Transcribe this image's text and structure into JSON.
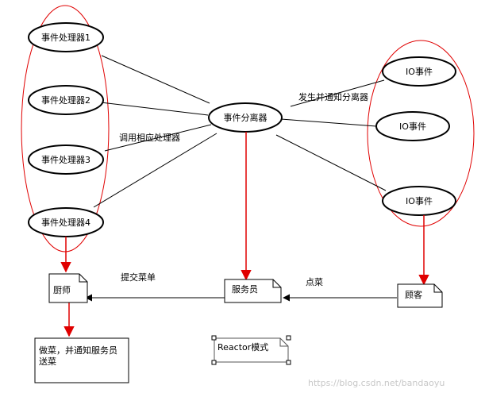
{
  "handlers": [
    "事件处理器1",
    "事件处理器2",
    "事件处理器3",
    "事件处理器4"
  ],
  "demultiplexer": "事件分离器",
  "io_events": [
    "IO事件",
    "IO事件",
    "IO事件"
  ],
  "edge_labels": {
    "dispatch": "调用相应处理器",
    "notify": "发生并通知分离器",
    "submit": "提交菜单",
    "order": "点菜"
  },
  "notes": {
    "chef": "厨师",
    "waiter": "服务员",
    "customer": "顾客",
    "cook_line1": "做菜，并通知服务员",
    "cook_line2": "送菜",
    "title": "Reactor模式"
  },
  "watermark": "https://blog.csdn.net/bandaoyu",
  "colors": {
    "group_outline": "#e00000",
    "arrow_red": "#e00000",
    "line": "#000000"
  }
}
